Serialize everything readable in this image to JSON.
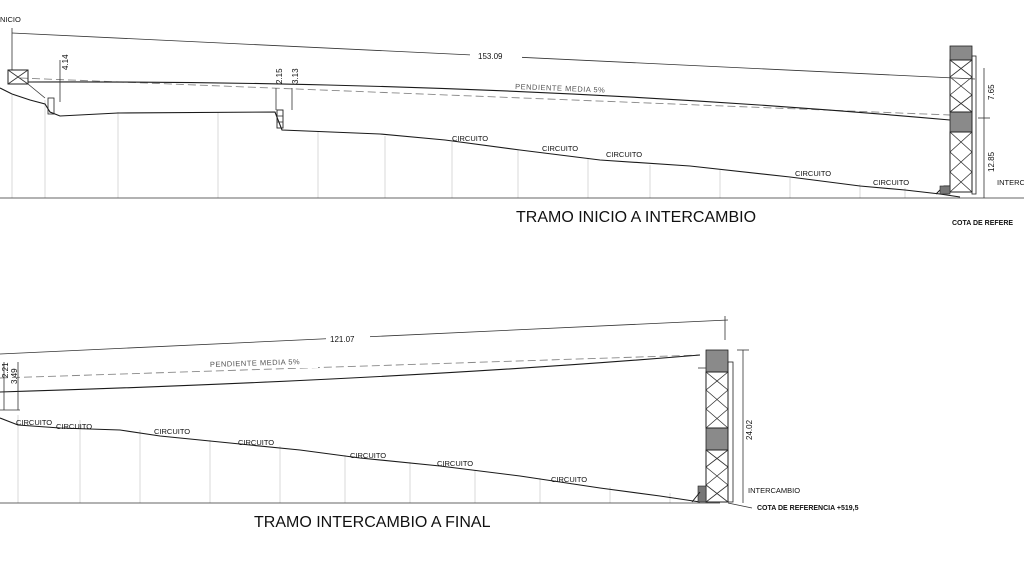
{
  "top": {
    "start_label": "NICIO",
    "span": "153.09",
    "slope": "PENDIENTE MEDIA 5%",
    "dim_a": "4.14",
    "dim_b": "2.15",
    "dim_c": "3.13",
    "dim_d": "7.65",
    "dim_e": "12.85",
    "circuits": [
      "CIRCUITO",
      "CIRCUITO",
      "CIRCUITO",
      "CIRCUITO",
      "CIRCUITO"
    ],
    "right_label": "INTERC",
    "reference": "COTA DE REFERE",
    "title": "TRAMO INICIO A INTERCAMBIO"
  },
  "bottom": {
    "span": "121.07",
    "slope": "PENDIENTE MEDIA 5%",
    "dim_a": "2.21",
    "dim_b": "3.49",
    "dim_c": "24.02",
    "circuits": [
      "CIRCUITO",
      "CIRCUITO",
      "CIRCUITO",
      "CIRCUITO",
      "CIRCUITO",
      "CIRCUITO",
      "CIRCUITO"
    ],
    "right_label": "INTERCAMBIO",
    "reference": "COTA DE REFERENCIA +519,5",
    "title": "TRAMO INTERCAMBIO A FINAL"
  }
}
